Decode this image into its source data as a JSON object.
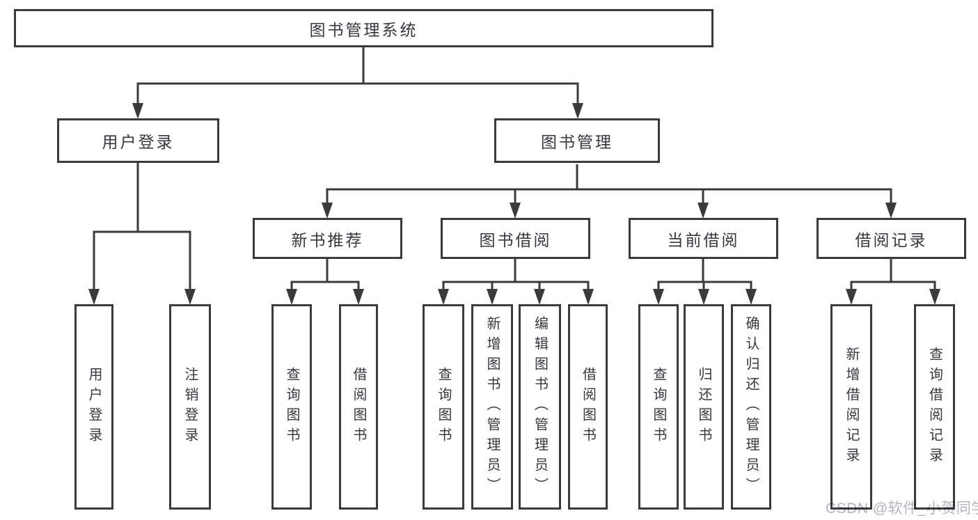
{
  "diagram": {
    "root": {
      "label": "图书管理系统"
    },
    "branches": [
      {
        "label": "用户登录",
        "children": [
          {
            "label": "用户登录"
          },
          {
            "label": "注销登录"
          }
        ]
      },
      {
        "label": "图书管理",
        "children": [
          {
            "label": "新书推荐",
            "children": [
              {
                "label": "查询图书"
              },
              {
                "label": "借阅图书"
              }
            ]
          },
          {
            "label": "图书借阅",
            "children": [
              {
                "label": "查询图书"
              },
              {
                "label": "新增图书（管理员）"
              },
              {
                "label": "编辑图书（管理员）"
              },
              {
                "label": "借阅图书"
              }
            ]
          },
          {
            "label": "当前借阅",
            "children": [
              {
                "label": "查询图书"
              },
              {
                "label": "归还图书"
              },
              {
                "label": "确认归还（管理员）"
              }
            ]
          },
          {
            "label": "借阅记录",
            "children": [
              {
                "label": "新增借阅记录"
              },
              {
                "label": "查询借阅记录"
              }
            ]
          }
        ]
      }
    ],
    "watermark": "CSDN @软件_小贺同学",
    "colors": {
      "line": "#3a3a3c",
      "text": "#35383c",
      "watermark": "#b2b6bb",
      "background": "#ffffff"
    }
  }
}
